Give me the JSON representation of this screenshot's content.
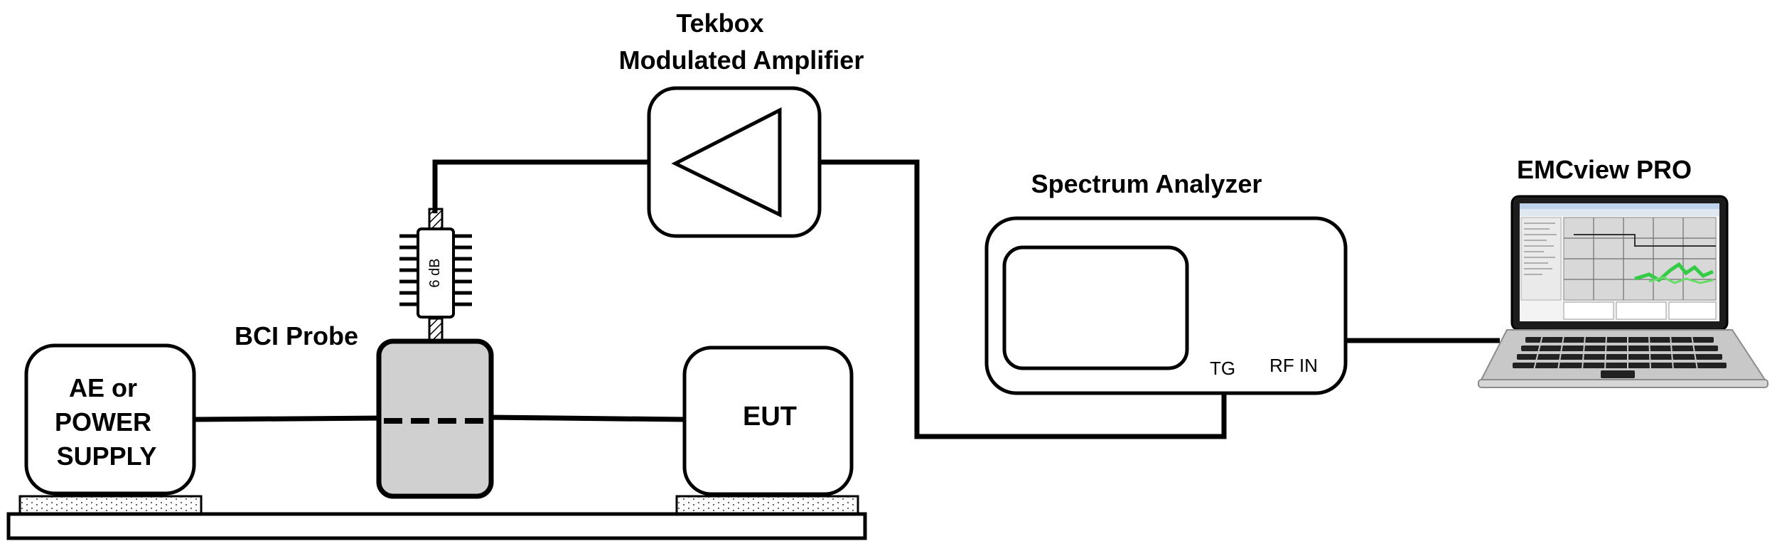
{
  "amplifier": {
    "line1": "Tekbox",
    "line2": "Modulated Amplifier"
  },
  "attenuator": {
    "label": "6 dB"
  },
  "bci_probe": {
    "label": "BCI Probe"
  },
  "ae_power_supply": {
    "line1": "AE or",
    "line2": "POWER",
    "line3": "SUPPLY"
  },
  "eut": {
    "label": "EUT"
  },
  "spectrum_analyzer": {
    "title": "Spectrum Analyzer",
    "tg_label": "TG",
    "rf_in_label": "RF IN"
  },
  "laptop": {
    "title": "EMCview PRO"
  },
  "colors": {
    "line": "#000000",
    "probe_fill": "#d0d0d0",
    "laptop_body": "#c8c8c8",
    "plot_trace": "#33cc44"
  }
}
